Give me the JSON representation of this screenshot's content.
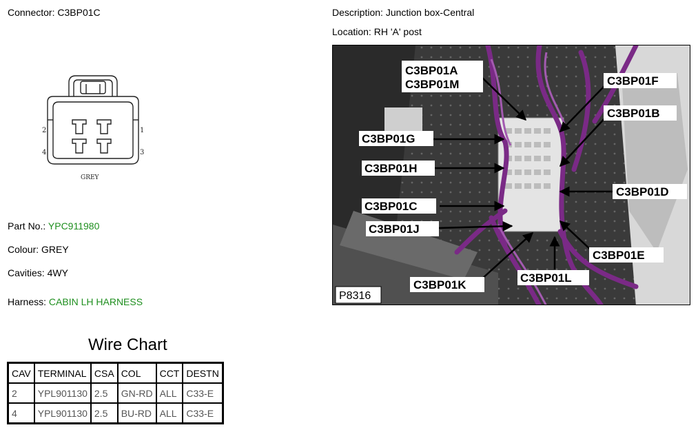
{
  "header": {
    "connector_label": "Connector:",
    "connector_value": "C3BP01C",
    "description_label": "Description:",
    "description_value": "Junction box-Central",
    "location_label": "Location:",
    "location_value": "RH 'A' post"
  },
  "connector_drawing": {
    "pins": [
      "2",
      "1",
      "4",
      "3"
    ],
    "color_caption": "GREY"
  },
  "info": {
    "part_no_label": "Part No.:",
    "part_no_value": "YPC911980",
    "colour_label": "Colour:",
    "colour_value": "GREY",
    "cavities_label": "Cavities:",
    "cavities_value": "4WY",
    "harness_label": "Harness:",
    "harness_value": "CABIN LH HARNESS"
  },
  "wire_chart": {
    "title": "Wire Chart",
    "columns": [
      "CAV",
      "TERMINAL",
      "CSA",
      "COL",
      "CCT",
      "DESTN"
    ],
    "rows": [
      [
        "2",
        "YPL901130",
        "2.5",
        "GN-RD",
        "ALL",
        "C33-E"
      ],
      [
        "4",
        "YPL901130",
        "2.5",
        "BU-RD",
        "ALL",
        "C33-E"
      ]
    ]
  },
  "photo": {
    "ref": "P8316",
    "callouts": [
      "C3BP01A",
      "C3BP01M",
      "C3BP01F",
      "C3BP01B",
      "C3BP01G",
      "C3BP01H",
      "C3BP01D",
      "C3BP01C",
      "C3BP01J",
      "C3BP01E",
      "C3BP01K",
      "C3BP01L"
    ]
  },
  "colors": {
    "green_text": "#1f8f1f",
    "harness_purple": "#7a2a86"
  }
}
